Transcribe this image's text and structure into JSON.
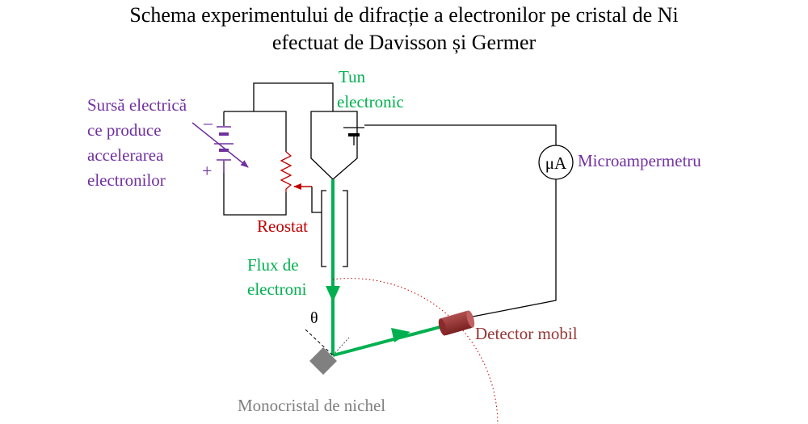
{
  "title": {
    "line1": "Schema experimentului de difracție a electronilor pe cristal de Ni",
    "line2": "efectuat de Davisson și Germer"
  },
  "labels": {
    "source": [
      "Sursă electrică",
      "ce produce",
      "accelerarea",
      "electronilor"
    ],
    "gun": [
      "Tun",
      "electronic"
    ],
    "microammeter": "Microampermetru",
    "microammeter_symbol": "μA",
    "rheostat": "Reostat",
    "flux": [
      "Flux de",
      "electroni"
    ],
    "theta": "θ",
    "detector": "Detector mobil",
    "crystal": "Monocristal de nichel",
    "battery_minus": "–",
    "battery_plus": "+"
  },
  "colors": {
    "source": "#7030a0",
    "gun": "#00b050",
    "beam": "#00b050",
    "rheostat": "#c00000",
    "detector": "#943634",
    "crystal": "#808080",
    "wire": "#000000",
    "arc": "#c00000"
  }
}
